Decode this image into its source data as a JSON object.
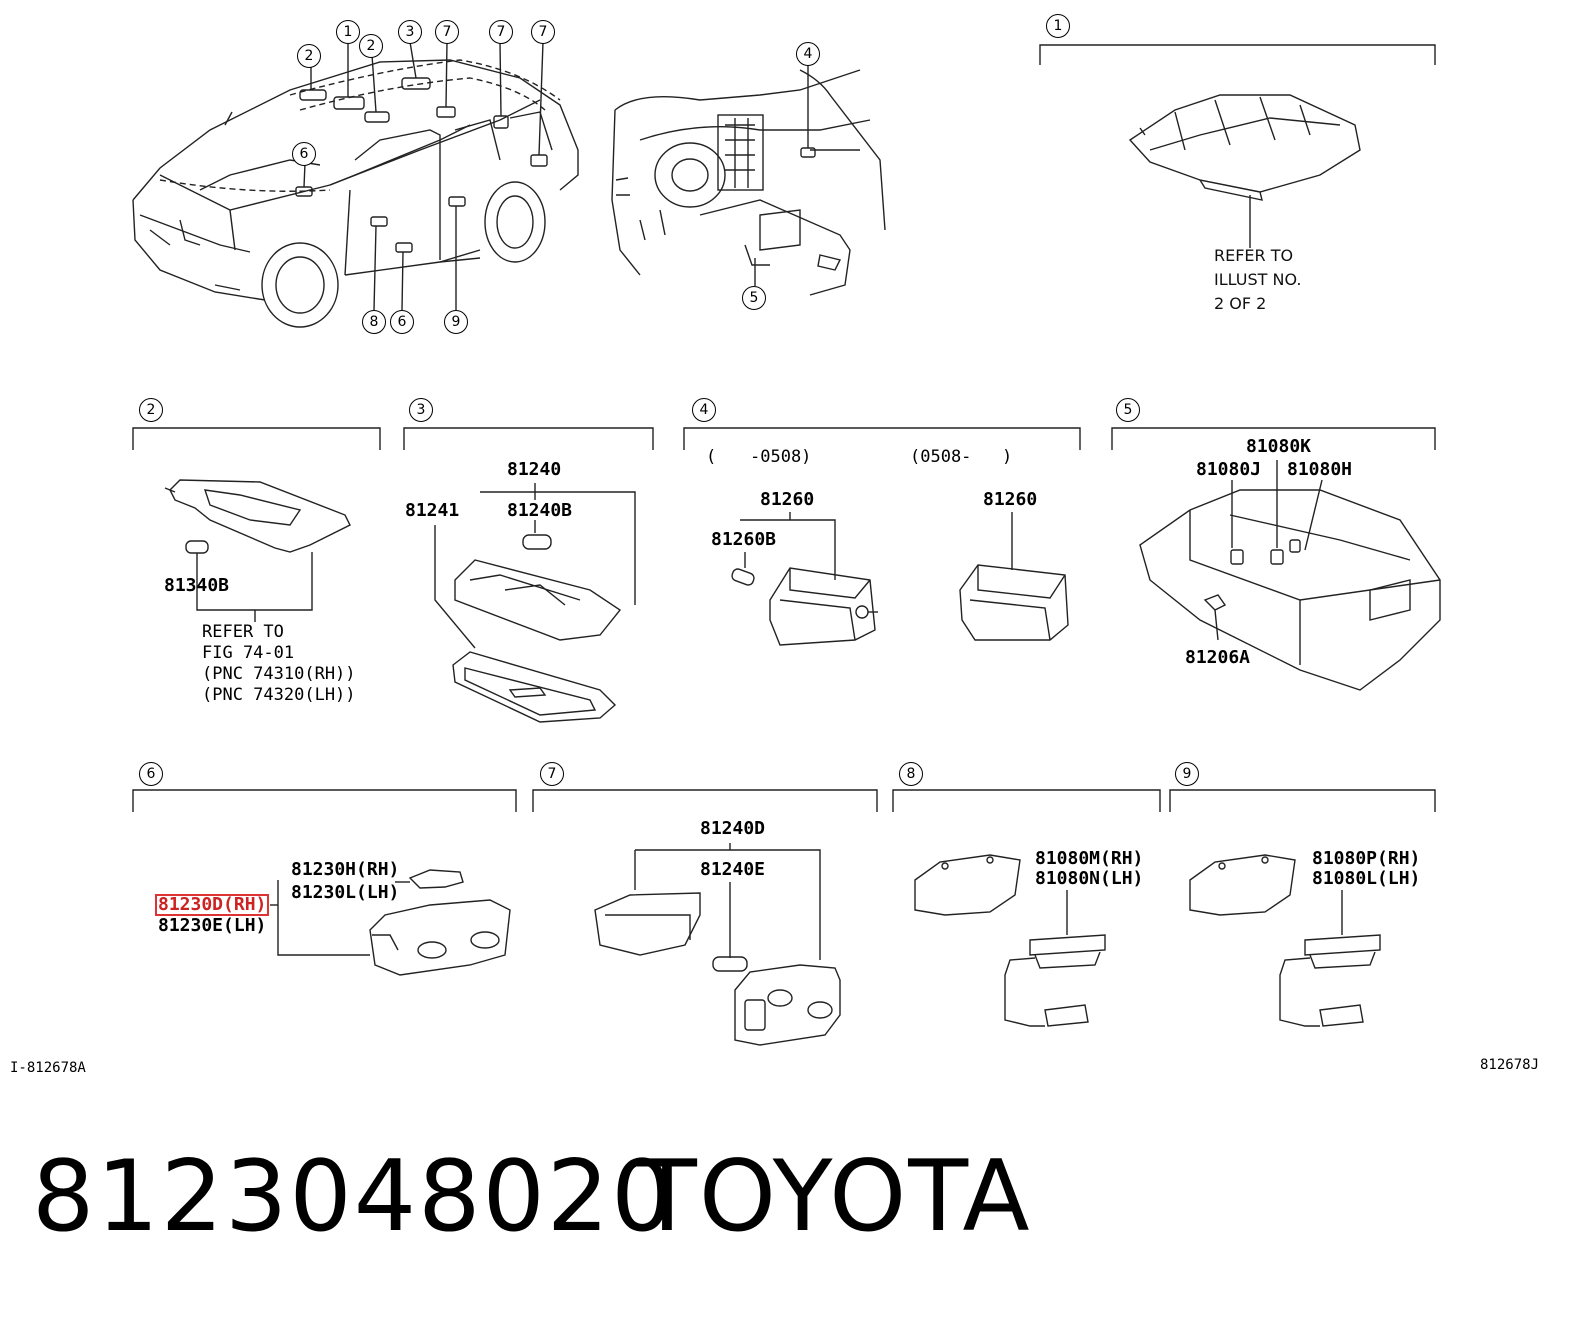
{
  "overview": {
    "callouts_car": [
      "1",
      "2",
      "2",
      "3",
      "7",
      "7",
      "7",
      "6",
      "8",
      "6",
      "9"
    ],
    "callout_dash_top": "4",
    "callout_dash_bottom": "5"
  },
  "panel1": {
    "number": "1",
    "note": "REFER TO\nILLUST NO.\n2 OF 2"
  },
  "panel2": {
    "number": "2",
    "part_bulb": "81340B",
    "note": "REFER TO\nFIG 74-01\n(PNC 74310(RH))\n(PNC 74320(LH))"
  },
  "panel3": {
    "number": "3",
    "part_assy": "81240",
    "part_lens": "81241",
    "part_bulb": "81240B"
  },
  "panel4": {
    "number": "4",
    "range_left_open": "(",
    "range_left_end": "-0508)",
    "range_right_start": "(0508-",
    "range_right_close": ")",
    "part_left": "81260",
    "part_left_bulb": "81260B",
    "part_right": "81260"
  },
  "panel5": {
    "number": "5",
    "part_k": "81080K",
    "part_j": "81080J",
    "part_h": "81080H",
    "part_a": "81206A"
  },
  "panel6": {
    "number": "6",
    "part_bulb_rh": "81230H(RH)",
    "part_bulb_lh": "81230L(LH)",
    "part_assy_rh": "81230D(RH)",
    "part_assy_lh": "81230E(LH)"
  },
  "panel7": {
    "number": "7",
    "part_d": "81240D",
    "part_e": "81240E"
  },
  "panel8": {
    "number": "8",
    "part_rh": "81080M(RH)",
    "part_lh": "81080N(LH)"
  },
  "panel9": {
    "number": "9",
    "part_rh": "81080P(RH)",
    "part_lh": "81080L(LH)"
  },
  "codes": {
    "left": "I-812678A",
    "right": "812678J"
  },
  "footer": {
    "part_number": "8123048020",
    "brand": "TOYOTA"
  },
  "colors": {
    "line": "#000000",
    "highlight": "#dd3333"
  }
}
